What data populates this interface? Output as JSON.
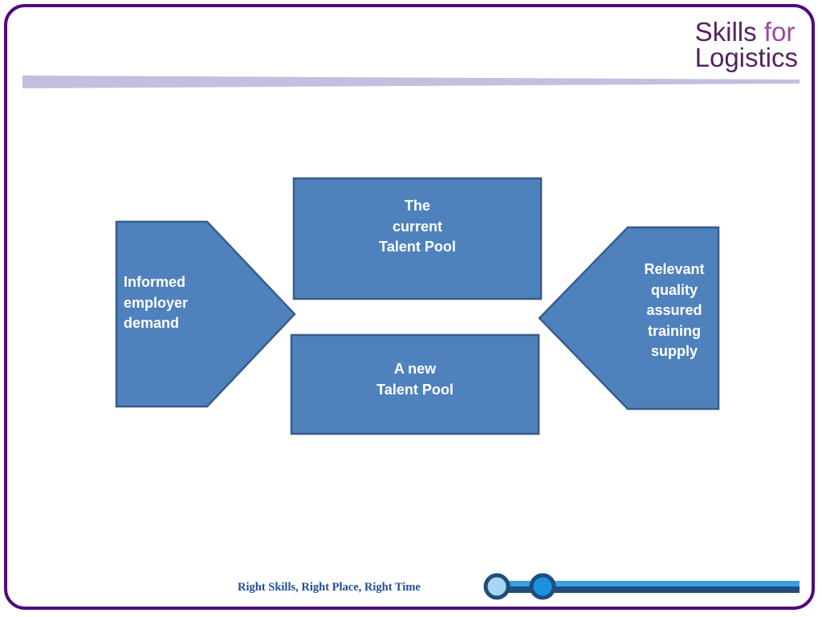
{
  "logo": {
    "line1_a": "Skills",
    "line1_b": "for",
    "line2": "Logistics",
    "color_primary": "#55235f",
    "color_accent": "#9b4a9e"
  },
  "diagram": {
    "top_box": [
      "The",
      "current",
      "Talent Pool"
    ],
    "bottom_box": [
      "A new",
      "Talent Pool"
    ],
    "left_arrow": [
      "Informed",
      "employer",
      "demand"
    ],
    "right_arrow": [
      "Relevant",
      "quality",
      "assured",
      "training",
      "supply"
    ],
    "fill_color": "#4f81bd",
    "border_color": "#385d8a"
  },
  "footer": {
    "tagline": "Right Skills, Right Place, Right Time",
    "tagline_color": "#1f4e9a"
  },
  "frame_color": "#51087e"
}
